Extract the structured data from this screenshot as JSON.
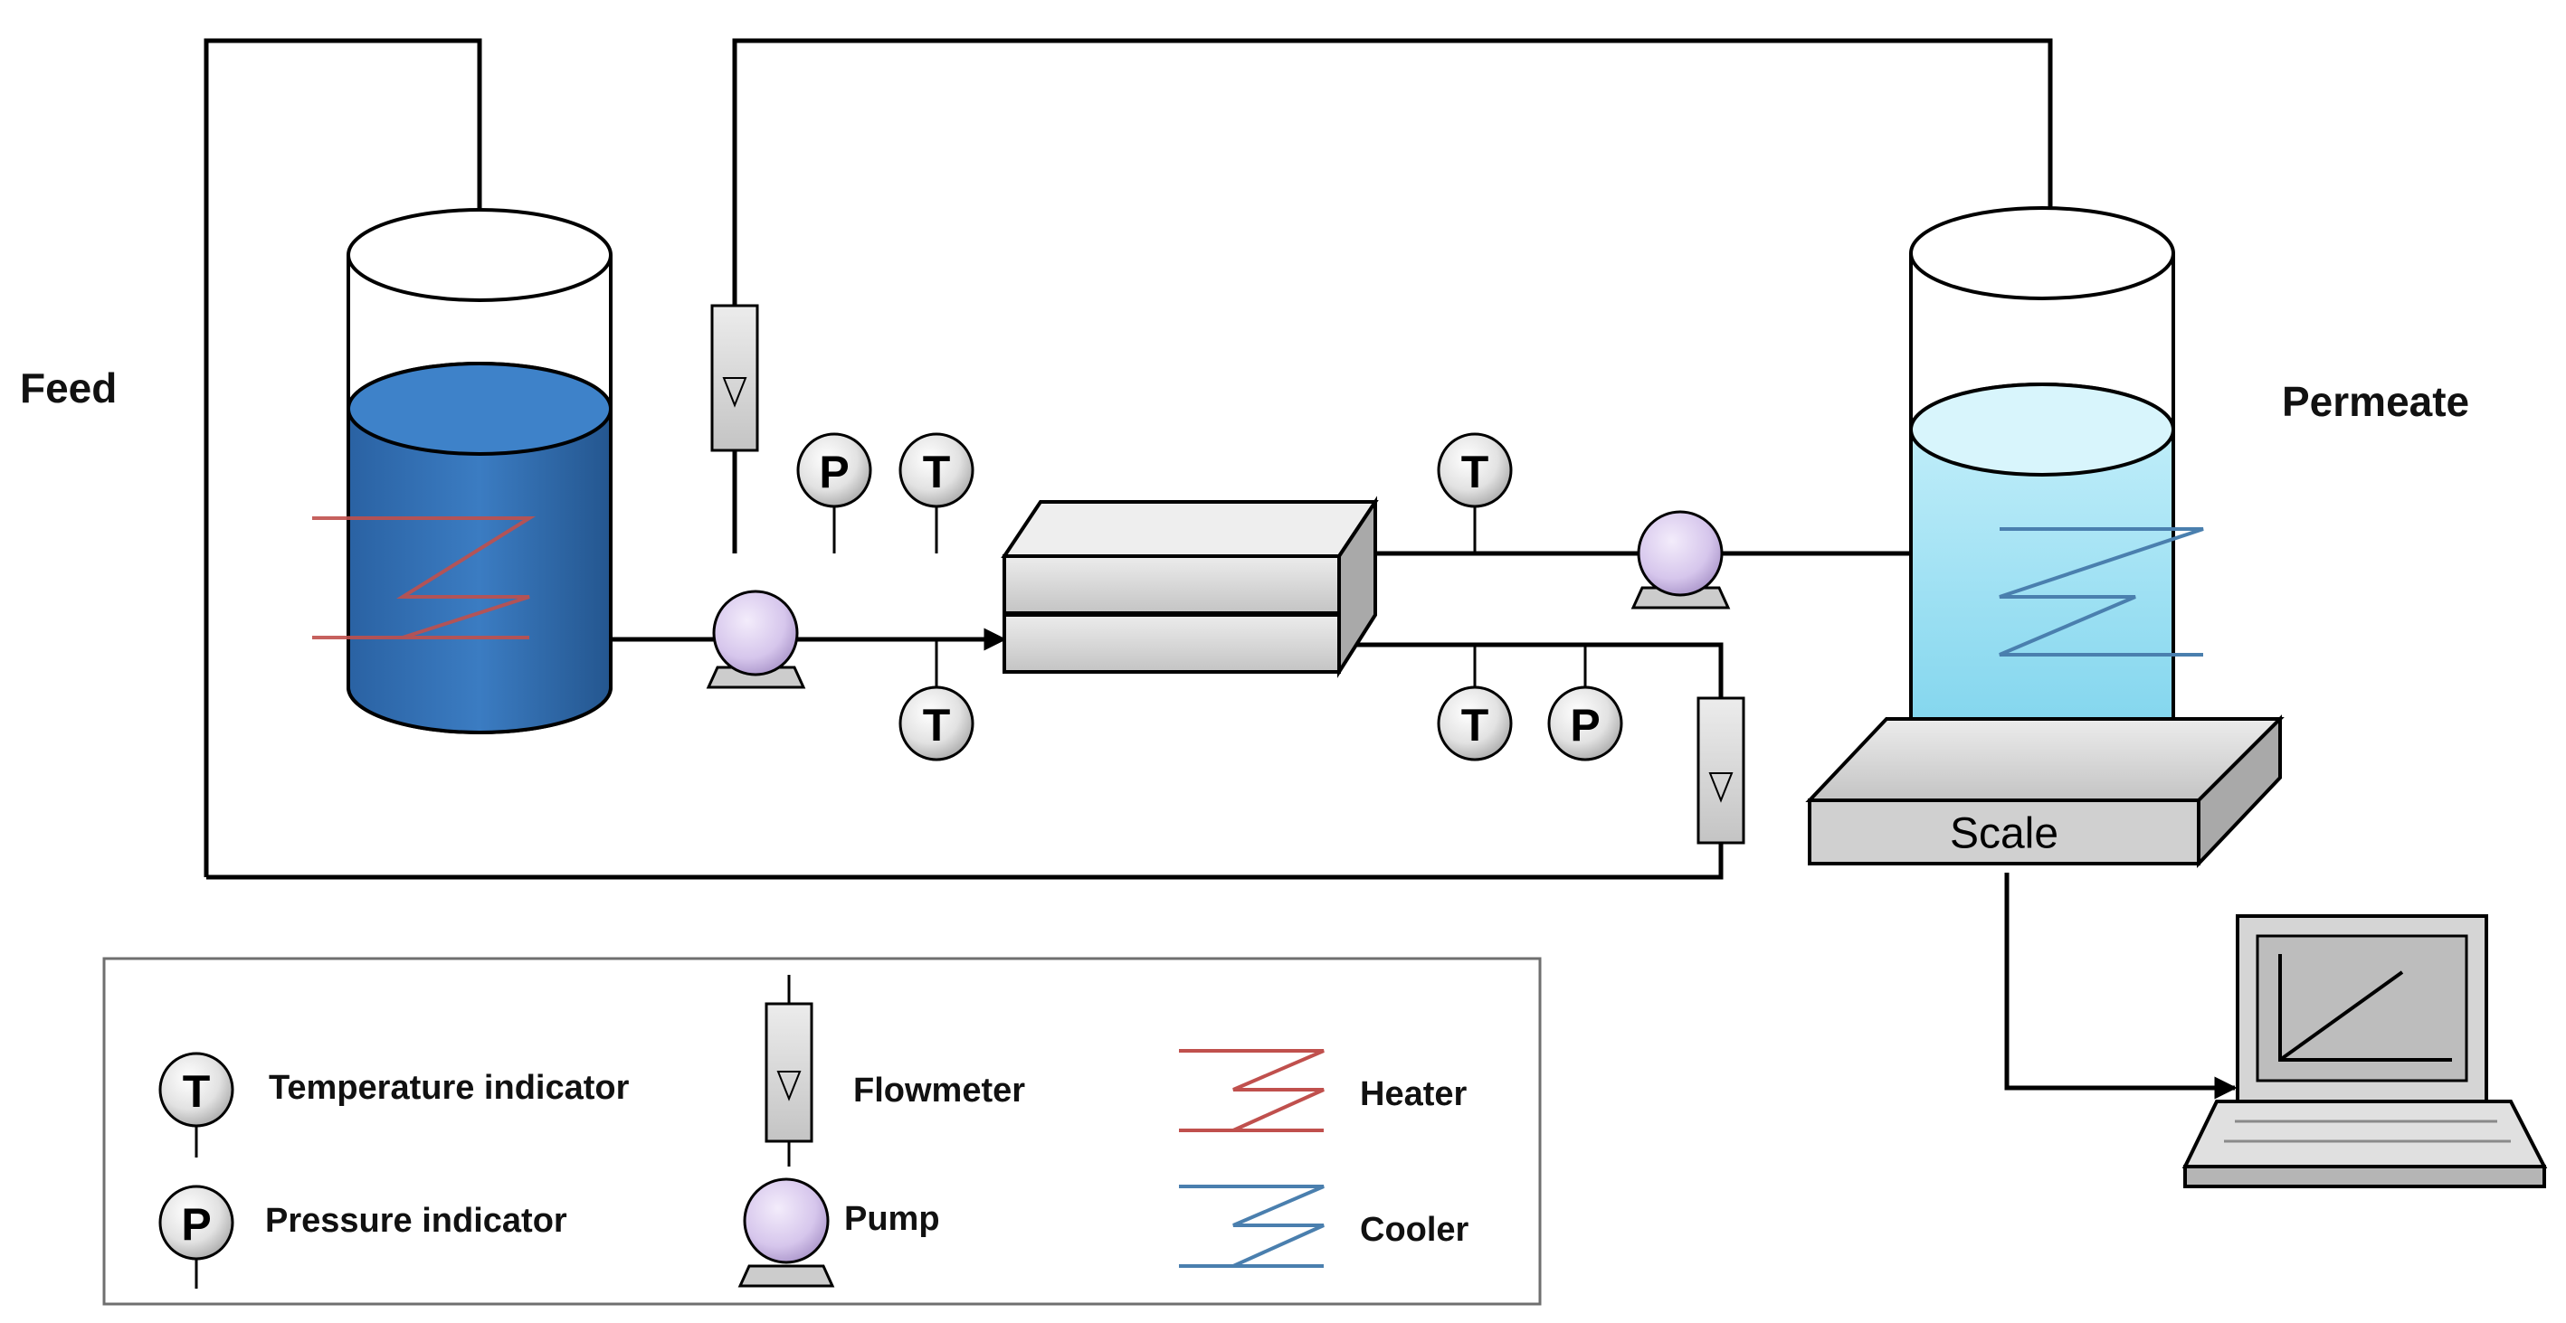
{
  "labels": {
    "feed": "Feed",
    "permeate": "Permeate",
    "scale": "Scale"
  },
  "indicator_letters": {
    "temperature": "T",
    "pressure": "P"
  },
  "legend": {
    "temperature_indicator": "Temperature indicator",
    "pressure_indicator": "Pressure indicator",
    "flowmeter": "Flowmeter",
    "pump": "Pump",
    "heater": "Heater",
    "cooler": "Cooler"
  },
  "colors": {
    "feed_liquid": "#2f6fb4",
    "permeate_liquid": "#8fdcf0",
    "heater": "#c0504d",
    "cooler": "#4a7fae",
    "pump": "#d6c6ec",
    "module": "#d4d4d4"
  },
  "icons": [
    "temperature-indicator-icon",
    "pressure-indicator-icon",
    "flowmeter-icon",
    "pump-icon",
    "heater-coil-icon",
    "cooler-coil-icon",
    "laptop-icon"
  ]
}
